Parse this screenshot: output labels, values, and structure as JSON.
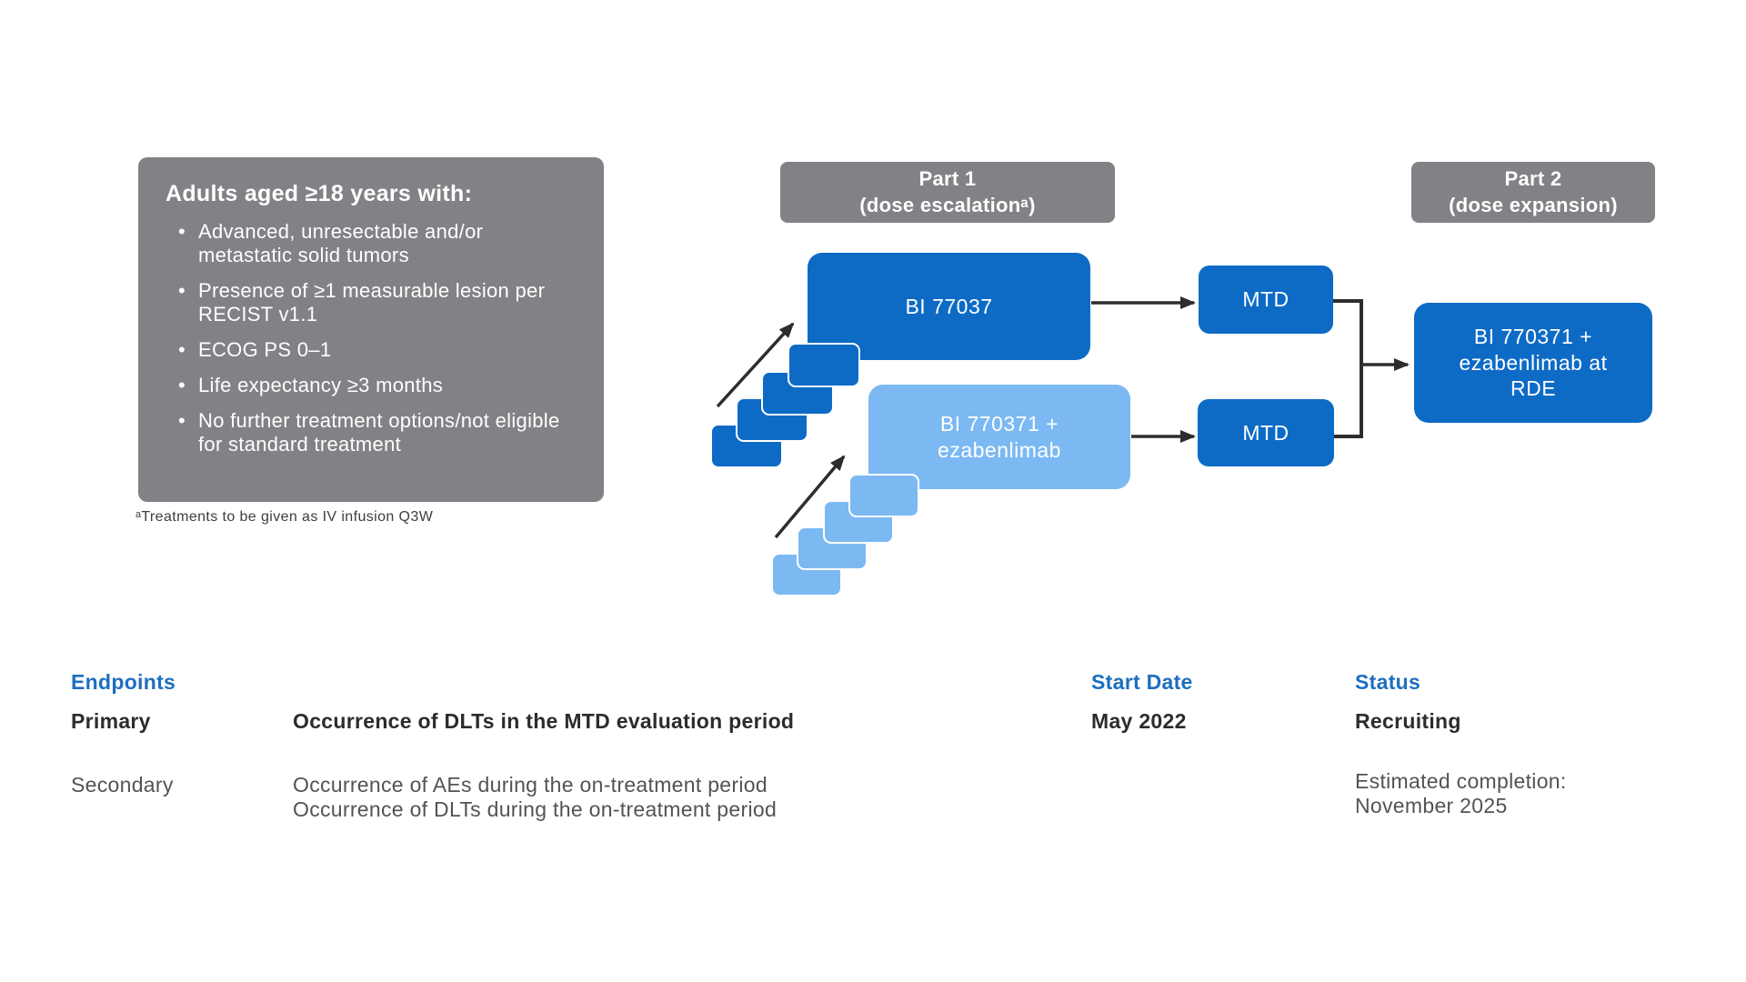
{
  "criteria": {
    "title": "Adults aged ≥18 years with:",
    "items": [
      "Advanced, unresectable and/or metastatic solid tumors",
      "Presence of ≥1 measurable lesion per RECIST v1.1",
      "ECOG PS 0–1",
      "Life expectancy ≥3 months",
      "No further treatment options/not eligible for standard treatment"
    ],
    "footnote": "ᵃTreatments to be given as IV infusion Q3W"
  },
  "diagram": {
    "part1_header": "Part 1\n(dose escalationᵃ)",
    "part2_header": "Part 2\n(dose expansion)",
    "arm1_label": "BI 77037",
    "arm2_label": "BI 770371 +\nezabenlimab",
    "mtd_top_label": "MTD",
    "mtd_bottom_label": "MTD",
    "expansion_label": "BI 770371 +\nezabenlimab at\nRDE"
  },
  "details": {
    "endpoints_header": "Endpoints",
    "primary_label": "Primary",
    "primary_value": "Occurrence of DLTs in the MTD evaluation period",
    "secondary_label": "Secondary",
    "secondary_values": [
      "Occurrence of AEs during the on-treatment period",
      "Occurrence of DLTs during the on-treatment period"
    ],
    "start_date_header": "Start Date",
    "start_date_value": "May 2022",
    "status_header": "Status",
    "status_value": "Recruiting",
    "completion": "Estimated completion:\nNovember 2025"
  },
  "colors": {
    "dark_blue": "#0d6bc6",
    "light_blue": "#7cb9f3",
    "box_gray": "#808285",
    "heading_blue": "#1d6fbe",
    "text_dark": "#2a2c2e",
    "text_gray": "#515457",
    "footnote_gray": "#3c3d3f",
    "arrow_color": "#2d2d2d"
  }
}
